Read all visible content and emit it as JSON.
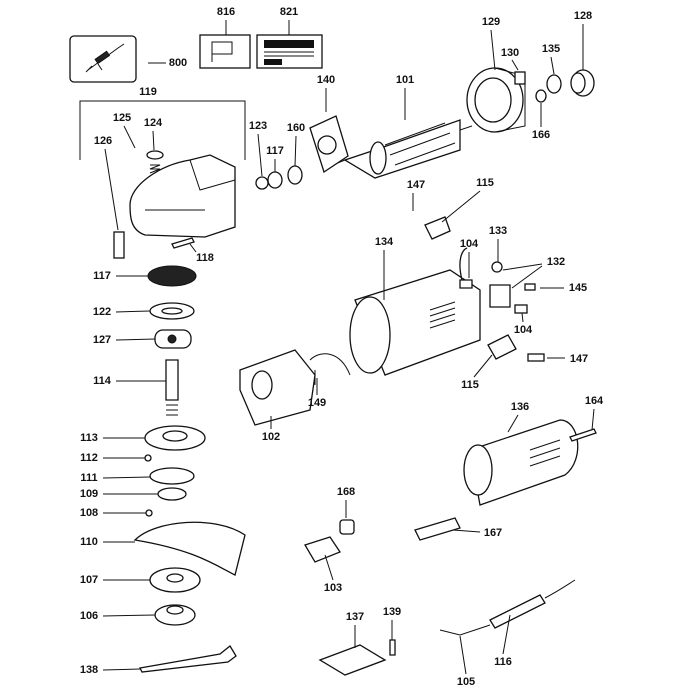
{
  "title": "Angle grinder exploded parts diagram",
  "labels": [
    "800",
    "816",
    "821",
    "129",
    "128",
    "130",
    "135",
    "166",
    "101",
    "140",
    "119",
    "125",
    "124",
    "126",
    "123",
    "117",
    "160",
    "147",
    "115",
    "134",
    "104",
    "133",
    "132",
    "145",
    "118",
    "117",
    "122",
    "127",
    "114",
    "104",
    "147",
    "115",
    "149",
    "102",
    "113",
    "112",
    "111",
    "109",
    "108",
    "110",
    "107",
    "106",
    "138",
    "136",
    "164",
    "168",
    "167",
    "103",
    "137",
    "139",
    "105",
    "116"
  ]
}
